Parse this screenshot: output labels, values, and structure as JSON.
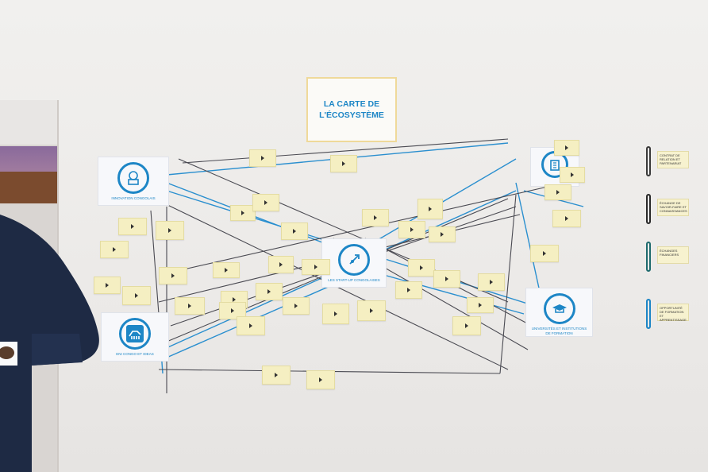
{
  "title_card": {
    "line1": "LA CARTE DE",
    "line2": "L'ÉCOSYSTÈME"
  },
  "hubs": {
    "innovation": {
      "label": "INNOVATION CONGOLAIS",
      "icon": "lightbulb-box-icon"
    },
    "startups": {
      "label": "LES START-UP CONGOLAISES",
      "icon": "rocket-icon"
    },
    "eni": {
      "label": "ENI CONGO ET IDEAS",
      "icon": "six-legged-dog-icon"
    },
    "universities": {
      "label": "UNIVERSITÉS ET INSTITUTIONS DE FORMATION",
      "icon": "graduation-cap-icon"
    },
    "top_right": {
      "label": "",
      "icon": "building-icon"
    }
  },
  "legend": [
    {
      "text": "CONTRAT DE RELATION ET PARTENARIAT",
      "color": "#3a3a3a"
    },
    {
      "text": "ÉCHANGE DE SAVOIR-FAIRE ET CONNAISSANCES",
      "color": "#2a2a2a"
    },
    {
      "text": "ÉCHANGES FINANCIERS",
      "color": "#1f6b6e"
    },
    {
      "text": "OPPORTUNITÉ DE FORMATION ET APPRENTISSAGE",
      "color": "#1d86c6"
    }
  ],
  "colors": {
    "blue_string": "#2a8fcf",
    "dark_string": "#4a4a52",
    "accent": "#1d86c6"
  }
}
